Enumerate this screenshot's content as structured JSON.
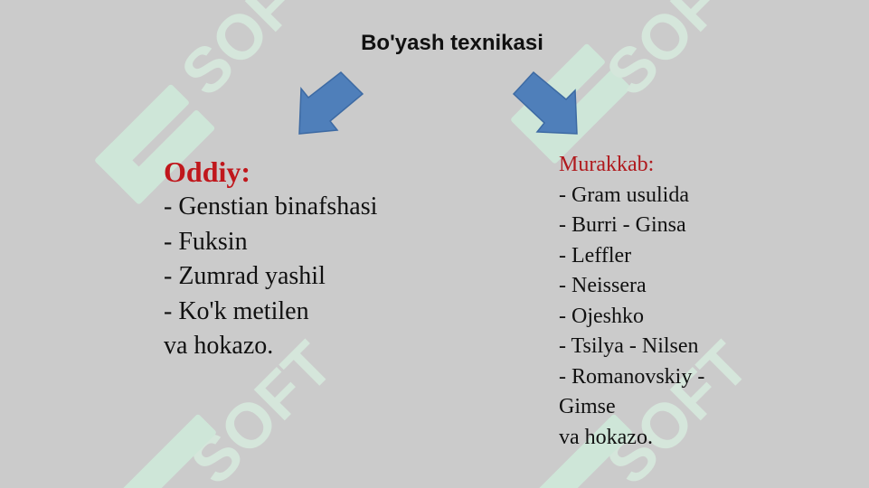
{
  "title": "Bo'yash texnikasi",
  "watermark": {
    "text": "SOFT"
  },
  "left": {
    "heading": "Oddiy:",
    "items": [
      "- Genstian binafshasi",
      "- Fuksin",
      "- Zumrad yashil",
      "- Ko'k metilen",
      "va hokazo."
    ]
  },
  "right": {
    "heading": "Murakkab:",
    "items": [
      "- Gram usulida",
      "- Burri - Ginsa",
      "- Leffler",
      "- Neissera",
      "- Ojeshko",
      "- Tsilya - Nilsen",
      "- Romanovskiy - Gimse",
      "va hokazo."
    ]
  },
  "colors": {
    "background": "#cbcbcb",
    "arrow": "#4f7fba",
    "heading_red": "#c0171c",
    "watermark": "#c9e8d6"
  }
}
